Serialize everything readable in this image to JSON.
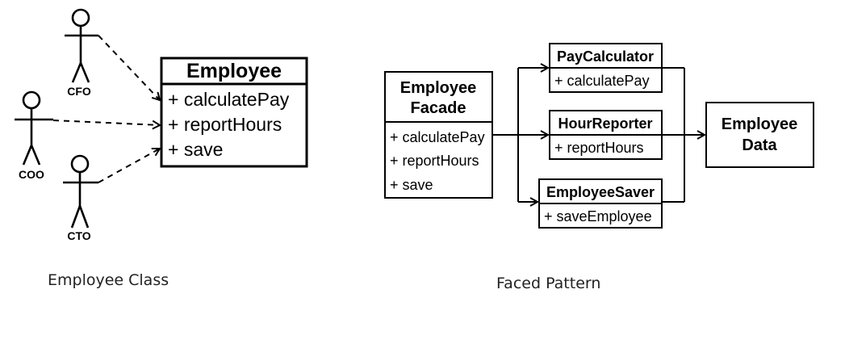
{
  "left_diagram": {
    "actors": [
      {
        "label": "CFO"
      },
      {
        "label": "COO"
      },
      {
        "label": "CTO"
      }
    ],
    "class_box": {
      "title": "Employee",
      "methods": [
        "+ calculatePay",
        "+ reportHours",
        "+ save"
      ]
    },
    "caption": "Employee Class"
  },
  "right_diagram": {
    "facade": {
      "title_lines": [
        "Employee",
        "Facade"
      ],
      "methods": [
        "+ calculatePay",
        "+ reportHours",
        "+ save"
      ]
    },
    "pay_calculator": {
      "title": "PayCalculator",
      "method": "+ calculatePay"
    },
    "hour_reporter": {
      "title": "HourReporter",
      "method": "+ reportHours"
    },
    "employee_saver": {
      "title": "EmployeeSaver",
      "method": "+ saveEmployee"
    },
    "employee_data": {
      "title_lines": [
        "Employee",
        "Data"
      ]
    },
    "caption": "Faced Pattern"
  }
}
